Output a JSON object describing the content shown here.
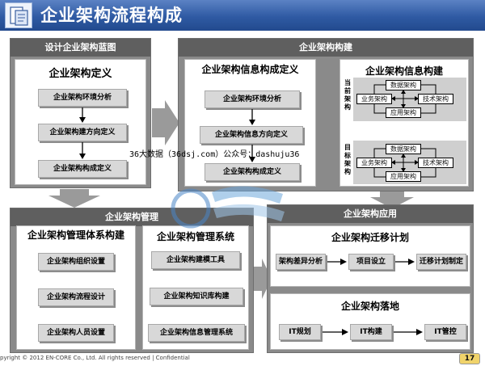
{
  "header": {
    "title": "企业架构流程构成",
    "logo_icon": "document-icon"
  },
  "design": {
    "panel_title": "设计企业架构蓝图",
    "box_title": "企业架构定义",
    "steps": [
      "企业架构环境分析",
      "企业架构建方向定义",
      "企业架构构成定义"
    ]
  },
  "build": {
    "panel_title": "企业架构构建",
    "def_title": "企业架构信息构成定义",
    "def_steps": [
      "企业架构环境分析",
      "企业架构信息方向定义",
      "企业架构构成定义"
    ],
    "info_title": "企业架构信息构建",
    "current_label": "当前架构",
    "target_label": "目标架构",
    "nodes": {
      "data": "数据架构",
      "business": "业务架构",
      "tech": "技术架构",
      "app": "应用架构"
    }
  },
  "manage": {
    "panel_title": "企业架构管理",
    "system_build": {
      "title": "企业架构管理体系构建",
      "items": [
        "企业架构组织设置",
        "企业架构流程设计",
        "企业架构人员设置"
      ]
    },
    "system": {
      "title": "企业架构管理系统",
      "items": [
        "企业架构建模工具",
        "企业架构知识库构建",
        "企业架构信息管理系统"
      ]
    }
  },
  "apply": {
    "panel_title": "企业架构应用",
    "migration": {
      "title": "企业架构迁移计划",
      "steps": [
        "架构差异分析",
        "项目设立",
        "迁移计划制定"
      ]
    },
    "landing": {
      "title": "企业架构落地",
      "steps": [
        "IT规划",
        "IT构建",
        "IT管控"
      ]
    }
  },
  "watermark": {
    "text": "36大数据（36dsj.com）公众号：dashuju36"
  },
  "footer": {
    "copyright": "pyright © 2012 EN-CORE Co., Ltd. All rights reserved  |  Confidential",
    "page_number": "17"
  },
  "colors": {
    "title_bar": "#2f5aa3",
    "panel": "#8a8a8a",
    "panel_head": "#5f5f5f",
    "big_arrow": "#9a9a9a"
  }
}
